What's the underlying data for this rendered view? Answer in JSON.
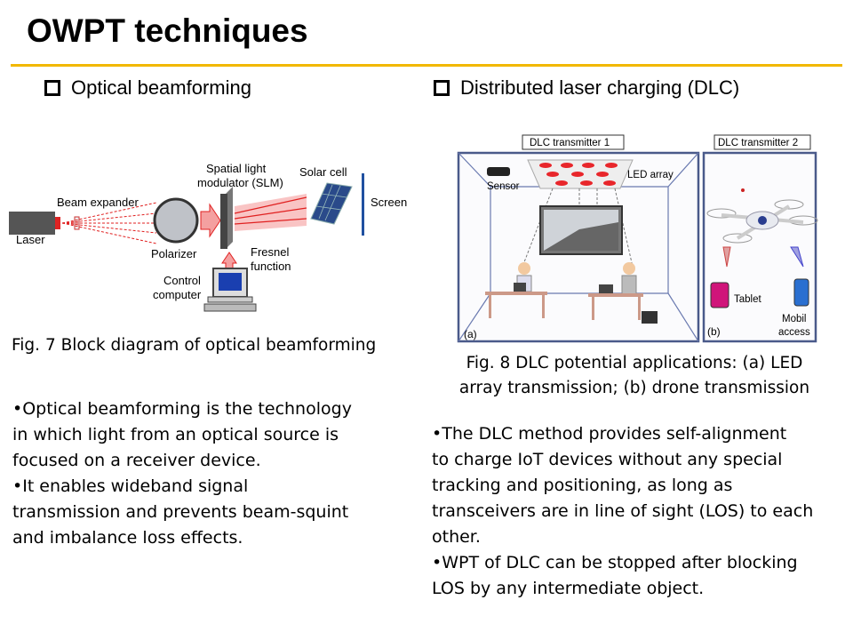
{
  "slide": {
    "title": "OWPT techniques"
  },
  "left": {
    "heading": "Optical beamforming",
    "diagram": {
      "labels": {
        "laser": "Laser",
        "beam_expander": "Beam expander",
        "spatial_light": "Spatial light",
        "modulator": "modulator (SLM)",
        "solar_cell": "Solar cell",
        "screen": "Screen",
        "polarizer": "Polarizer",
        "fresnel": "Fresnel",
        "function": "function",
        "control": "Control",
        "computer": "computer"
      }
    },
    "caption": "Fig. 7  Block diagram of optical beamforming",
    "bullets": [
      "Optical beamforming is the technology in which light from an optical source is focused on a receiver device.",
      "It enables wideband signal transmission and prevents beam-squint and imbalance loss effects."
    ],
    "bullet_lines": [
      [
        "Optical beamforming is the technology",
        "in which light from an optical source is",
        "focused on a receiver device."
      ],
      [
        "It enables wideband signal",
        "transmission and prevents beam-squint",
        "and imbalance loss effects."
      ]
    ]
  },
  "right": {
    "heading": "Distributed laser charging (DLC)",
    "diagram": {
      "labels": {
        "tx1": "DLC transmitter 1",
        "tx2": "DLC transmitter 2",
        "sensor": "Sensor",
        "led_array": "LED array",
        "panel_a": "(a)",
        "panel_b": "(b)",
        "tablet": "Tablet",
        "mobil": "Mobil",
        "access": "access"
      }
    },
    "caption_lines": [
      "Fig. 8  DLC potential applications: (a) LED",
      "array transmission; (b) drone transmission"
    ],
    "bullet_lines": [
      [
        "The DLC method provides self-alignment",
        "to charge IoT devices without any special",
        "tracking and positioning, as long as",
        "transceivers are in line of sight (LOS) to each",
        "other."
      ],
      [
        "WPT of DLC can be stopped after blocking",
        "LOS by any intermediate object."
      ]
    ]
  },
  "colors": {
    "accent_rule": "#f2b800",
    "beam_red": "#e02020",
    "led_red": "#e8262b"
  }
}
